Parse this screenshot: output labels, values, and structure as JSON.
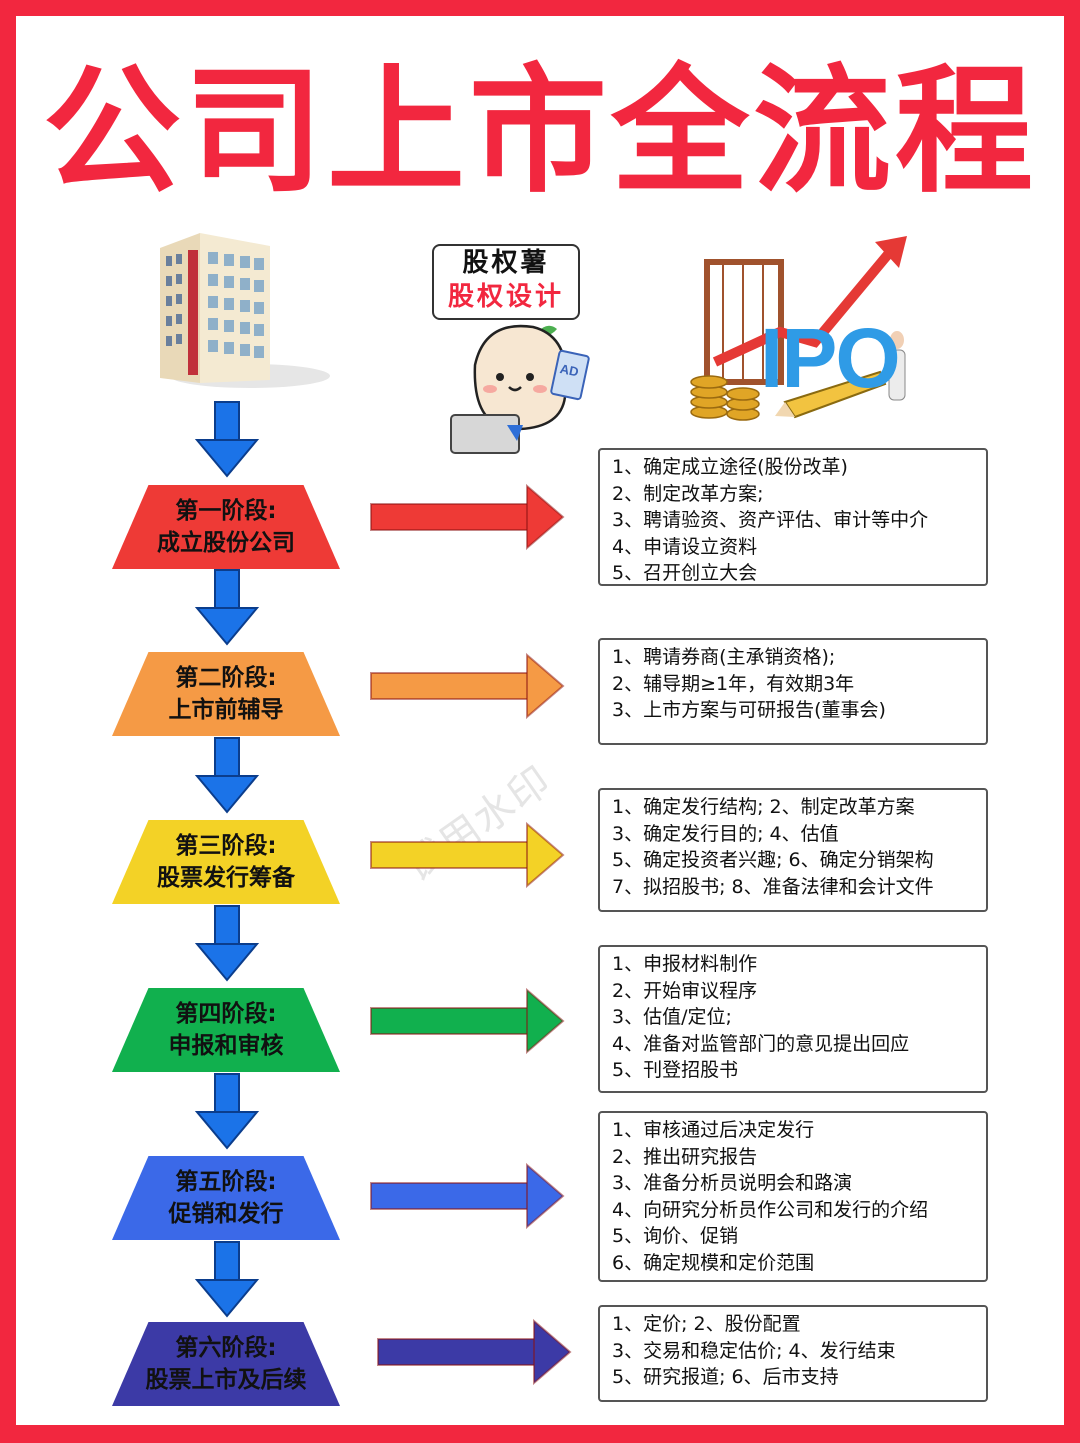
{
  "title": "公司上市全流程",
  "brand": {
    "line1": "股权薯",
    "line2": "股权设计",
    "badge": "AD"
  },
  "illustration": {
    "ipo_label": "IPO"
  },
  "watermark": "试用水印",
  "stages": [
    {
      "line1": "第一阶段:",
      "line2": "成立股份公司",
      "color": "#ee3a36",
      "items": [
        "1、确定成立途径(股份改革)",
        "2、制定改革方案;",
        "3、聘请验资、资产评估、审计等中介",
        "4、申请设立资料",
        "5、召开创立大会"
      ]
    },
    {
      "line1": "第二阶段:",
      "line2": "上市前辅导",
      "color": "#f59a45",
      "items": [
        "1、聘请券商(主承销资格);",
        "2、辅导期≥1年，有效期3年",
        "3、上市方案与可研报告(董事会)"
      ]
    },
    {
      "line1": "第三阶段:",
      "line2": "股票发行筹备",
      "color": "#f3d226",
      "items": [
        "1、确定发行结构;     2、制定改革方案",
        "3、确定发行目的;     4、估值",
        "5、确定投资者兴趣; 6、确定分销架构",
        "7、拟招股书; 8、准备法律和会计文件"
      ]
    },
    {
      "line1": "第四阶段:",
      "line2": "申报和审核",
      "color": "#11b04e",
      "items": [
        "1、申报材料制作",
        "2、开始审议程序",
        "3、估值/定位;",
        "4、准备对监管部门的意见提出回应",
        "5、刊登招股书"
      ]
    },
    {
      "line1": "第五阶段:",
      "line2": "促销和发行",
      "color": "#3b69e8",
      "items": [
        "1、审核通过后决定发行",
        "2、推出研究报告",
        "3、准备分析员说明会和路演",
        "4、向研究分析员作公司和发行的介绍",
        "5、询价、促销",
        "6、确定规模和定价范围"
      ]
    },
    {
      "line1": "第六阶段:",
      "line2": "股票上市及后续",
      "color": "#3c3aa6",
      "items": [
        "1、定价; 2、股份配置",
        "3、交易和稳定估价; 4、发行结束",
        "5、研究报道; 6、后市支持"
      ]
    }
  ]
}
